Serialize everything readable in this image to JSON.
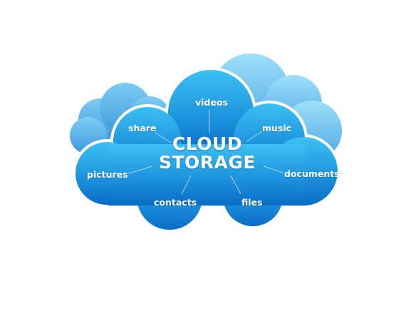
{
  "title": {
    "line1": "CLOUD",
    "line2": "STORAGE"
  },
  "labels": {
    "videos": "videos",
    "share": "share",
    "music": "music",
    "pictures": "pictures",
    "documents": "documents",
    "contacts": "contacts",
    "files": "files"
  },
  "colors": {
    "main_cloud_light": "#2fb4ee",
    "main_cloud_dark": "#0a6fc9",
    "back_cloud_light": "#8fd8f8",
    "back_cloud_dark": "#4aa8e6",
    "outline": "#ffffff",
    "spoke": "#bfe4fa"
  }
}
